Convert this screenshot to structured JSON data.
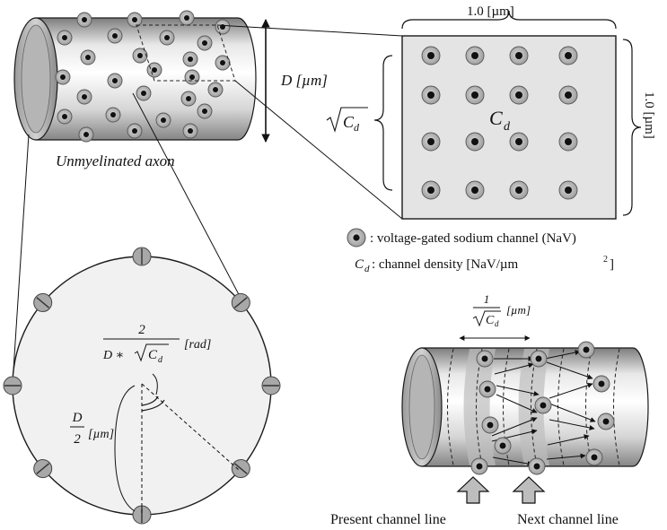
{
  "colors": {
    "tube_light": "#f4f4f4",
    "tube_dark": "#8c8c8c",
    "panel": "#e4e4e4",
    "circle_fill": "#f1f1f1",
    "channel_ring": "#9c9c9c",
    "channel_core": "#111111",
    "stroke": "#1a1a1a"
  },
  "axon": {
    "caption": "Unmyelinated axon",
    "diameter_label": "D [µm]"
  },
  "patch": {
    "width_label": "1.0 [µm]",
    "height_label": "1.0 [µm]",
    "sqrt_label": "C",
    "sqrt_sub": "d",
    "center_label": "C",
    "center_sub": "d"
  },
  "legend": {
    "channel_text": ": voltage-gated sodium channel (NaV)",
    "density_var": "C",
    "density_sub": "d",
    "density_text": ": channel density [NaV/µm",
    "density_sup": "2",
    "density_close": "]"
  },
  "cross_section": {
    "angle_numerator": "2",
    "angle_den_d": "D ∗ ",
    "angle_den_c": "C",
    "angle_den_sub": "d",
    "angle_unit": "[rad]",
    "radius_num": "D",
    "radius_den": "2",
    "radius_unit": "[µm]"
  },
  "propagation": {
    "spacing_num": "1",
    "spacing_c": "C",
    "spacing_sub": "d",
    "spacing_unit": "[µm]",
    "present_label": "Present channel line",
    "next_label": "Next channel line"
  }
}
